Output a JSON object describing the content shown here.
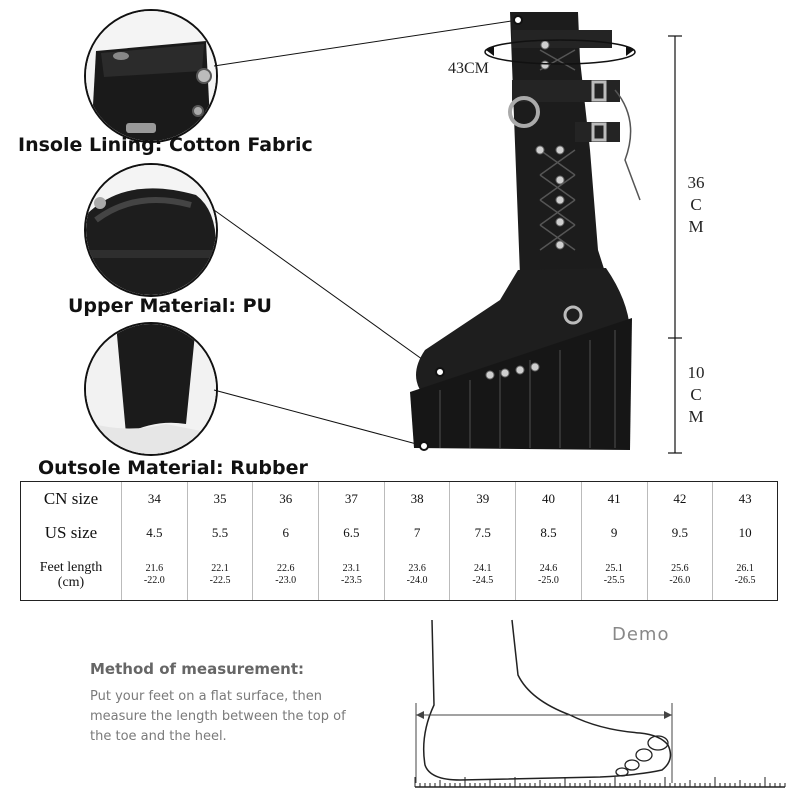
{
  "details": [
    {
      "label": "Insole Lining: Cotton Fabric"
    },
    {
      "label": "Upper Material: PU"
    },
    {
      "label": "Outsole Material: Rubber"
    }
  ],
  "dimensions": {
    "circumference": "43CM",
    "shaft_height": [
      "36",
      "C",
      "M"
    ],
    "platform_height": [
      "10",
      "C",
      "M"
    ]
  },
  "size_table": {
    "row_headers": [
      "CN size",
      "US size",
      "Feet length",
      "(cm)"
    ],
    "cn_sizes": [
      "34",
      "35",
      "36",
      "37",
      "38",
      "39",
      "40",
      "41",
      "42",
      "43"
    ],
    "us_sizes": [
      "4.5",
      "5.5",
      "6",
      "6.5",
      "7",
      "7.5",
      "8.5",
      "9",
      "9.5",
      "10"
    ],
    "feet_length": [
      [
        "21.6",
        "-22.0"
      ],
      [
        "22.1",
        "-22.5"
      ],
      [
        "22.6",
        "-23.0"
      ],
      [
        "23.1",
        "-23.5"
      ],
      [
        "23.6",
        "-24.0"
      ],
      [
        "24.1",
        "-24.5"
      ],
      [
        "24.6",
        "-25.0"
      ],
      [
        "25.1",
        "-25.5"
      ],
      [
        "25.6",
        "-26.0"
      ],
      [
        "26.1",
        "-26.5"
      ]
    ]
  },
  "measurement": {
    "title": "Method of measurement:",
    "lines": [
      "Put your feet on a flat surface,  then",
      "measure the length between the top of",
      "the toe and the heel."
    ],
    "demo": "Demo"
  },
  "colors": {
    "ink": "#111111",
    "boot": "#1c1c1c",
    "muted_text": "#7a7a7a"
  }
}
